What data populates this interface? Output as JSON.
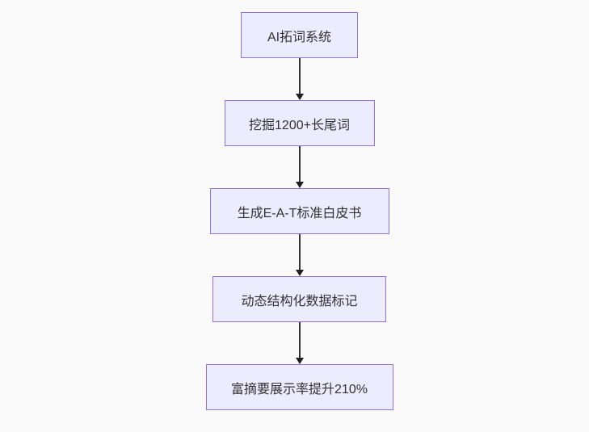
{
  "diagram": {
    "type": "flowchart",
    "direction": "top-down",
    "nodes": [
      {
        "id": "n1",
        "label": "AI拓词系统"
      },
      {
        "id": "n2",
        "label": "挖掘1200+长尾词"
      },
      {
        "id": "n3",
        "label": "生成E-A-T标准白皮书"
      },
      {
        "id": "n4",
        "label": "动态结构化数据标记"
      },
      {
        "id": "n5",
        "label": "富摘要展示率提升210%"
      }
    ],
    "edges": [
      {
        "from": "n1",
        "to": "n2",
        "style": "arrow-down"
      },
      {
        "from": "n2",
        "to": "n3",
        "style": "arrow-down"
      },
      {
        "from": "n3",
        "to": "n4",
        "style": "arrow-down"
      },
      {
        "from": "n4",
        "to": "n5",
        "style": "arrow-down"
      }
    ],
    "colors": {
      "node_fill": "#ECECFF",
      "node_border": "#9370DB",
      "node_text": "#333333",
      "arrow": "#333333",
      "arrow_head": "#1f1f1f",
      "background": "#FAFAFA"
    }
  }
}
